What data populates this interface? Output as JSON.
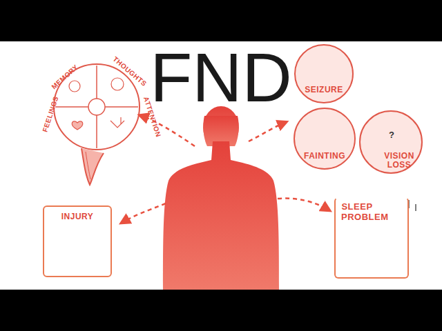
{
  "diagram": {
    "title": "FND",
    "nodes": [
      {
        "text": [
          "SEIZURE"
        ]
      },
      {
        "text": [
          "FAINTING"
        ]
      },
      {
        "text": [
          "VISION LOSS"
        ]
      },
      {
        "text": [
          "INJURY"
        ]
      },
      {
        "text": [
          "SLEEP PROBLEM"
        ]
      }
    ],
    "labels": [
      "MEMORY",
      "THOUGHTS",
      "FEELINGS",
      "ATTENTION",
      "?"
    ]
  }
}
